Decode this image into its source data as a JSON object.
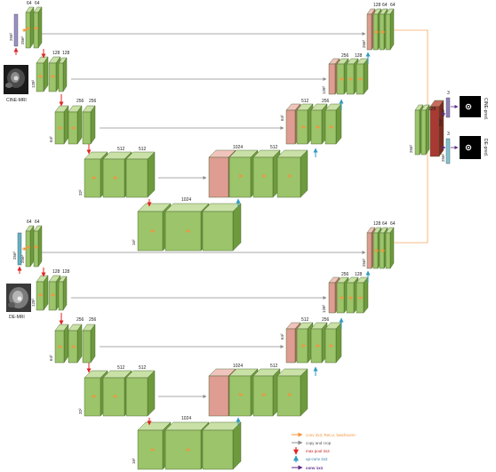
{
  "colors": {
    "block_front": "#9bc46b",
    "block_top": "#c9e0a6",
    "block_side": "#6e9a3e",
    "block_edge": "#3d5a22",
    "upconv_front": "#de9c92",
    "upconv_top": "#f0c4bd",
    "upconv_side": "#b8736a",
    "merge_front": "#a83a33",
    "input_slice": "#9b8fc3",
    "input_slice2": "#5fb5c4",
    "out_violet": "#8f7fb7",
    "out_cyan": "#7fc5d1",
    "conv3x3": "#f5943a",
    "copy_crop": "#8c8c8c",
    "maxpool": "#e02424",
    "upconv": "#2e9bbf",
    "conv1x1": "#5b2a86",
    "concat_line": "#f5a860"
  },
  "top_net": {
    "input_label": "CINE-MRI",
    "input_dim": "256²",
    "enc1": {
      "ch": [
        "64",
        "64"
      ],
      "dim": "256²"
    },
    "enc2": {
      "ch": [
        "128",
        "128"
      ],
      "dim": "128²"
    },
    "enc3": {
      "ch": [
        "256",
        "256"
      ],
      "dim": "64²"
    },
    "enc4": {
      "ch": [
        "512",
        "512"
      ],
      "dim": "32²"
    },
    "bottleneck": {
      "ch": "1024",
      "dim": "16²"
    },
    "dec4": {
      "ch": [
        "1024",
        "512"
      ],
      "dim": "32²"
    },
    "dec3": {
      "ch": [
        "512",
        "256"
      ],
      "dim": "64²"
    },
    "dec2": {
      "ch": [
        "256",
        "128"
      ],
      "dim": "128²"
    },
    "dec1": {
      "ch": [
        "128",
        "64",
        "64"
      ],
      "dim": "256²"
    }
  },
  "bottom_net": {
    "input_label": "DE-MRI",
    "input_dim": "256²",
    "enc1": {
      "ch": [
        "64",
        "64"
      ],
      "dim": "256²"
    },
    "enc2": {
      "ch": [
        "128",
        "128"
      ],
      "dim": "128²"
    },
    "enc3": {
      "ch": [
        "256",
        "256"
      ],
      "dim": "64²"
    },
    "enc4": {
      "ch": [
        "512",
        "512"
      ],
      "dim": "32²"
    },
    "bottleneck": {
      "ch": "1024",
      "dim": "16²"
    },
    "dec4": {
      "ch": [
        "1024",
        "512"
      ],
      "dim": "32²"
    },
    "dec3": {
      "ch": [
        "512",
        "256"
      ],
      "dim": "64²"
    },
    "dec2": {
      "ch": [
        "256",
        "128"
      ],
      "dim": "128²"
    },
    "dec1": {
      "ch": [
        "128",
        "64",
        "64"
      ],
      "dim": "256²"
    }
  },
  "fusion": {
    "ch": "128",
    "dim": "256²",
    "out_top": {
      "ch": "3",
      "dim": "256²",
      "label": "CINE-pred."
    },
    "out_bottom": {
      "ch": "3",
      "dim": "256²",
      "label": "DE-pred."
    }
  },
  "legend": {
    "conv": "conv 3x3, ReLU, batchnorm",
    "copy": "copy and crop",
    "pool": "max pool 2x2",
    "up": "up-conv 2x2",
    "conv1": "conv 1x1"
  }
}
